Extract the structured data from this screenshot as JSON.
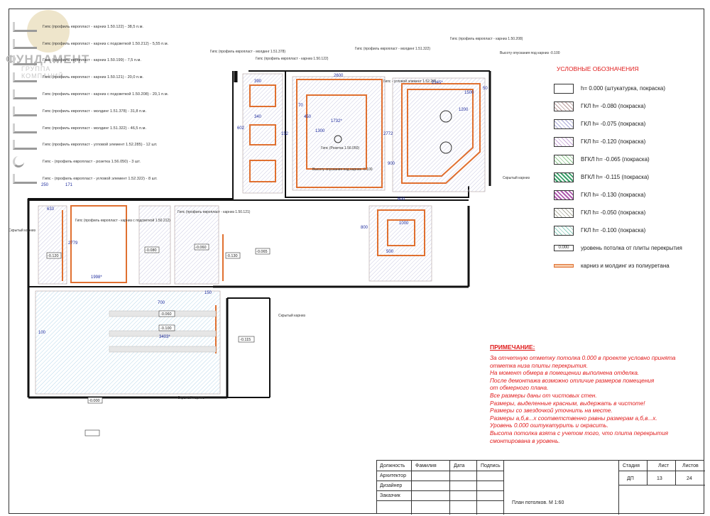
{
  "logo": {
    "name": "ФУНДАМЕНТ",
    "subtitle": "ГРУППА КОМПАНИЙ"
  },
  "materials": [
    "Гипс (профиль европласт - карниз 1.50.122) - 38,5 п.м.",
    "Гипс (профиль европласт - карниз с подсветкой 1.50.212) - 5,55 п.м.",
    "Гипс (профиль европласт - карниз 1.50.199) - 7,5 п.м.",
    "Гипс (профиль европласт - карниз 1.50.121) - 20,0 п.м.",
    "Гипс (профиль европласт - карниз с подсветкой 1.50.208) - 20,1 п.м.",
    "Гипс (профиль европласт - молдинг 1.51.378) - 31,8 п.м.",
    "Гипс (профиль европласт - молдинг 1.51.322) - 46,5 п.м.",
    "Гипс (профиль европласт - угловой элемент 1.52.285) - 12 шт.",
    "Гипс - (профиль европласт - розетка 1.56.050) - 3 шт.",
    "Гипс - (профиль европласт - угловой элемент 1.52.322) - 8 шт."
  ],
  "plan": {
    "labels": {
      "profile_378": "Гипс (профиль европласт - молдинг 1.51.378)",
      "profile_122": "Гипс (профиль европласт - карниз 1.50.122)",
      "profile_322": "Гипс (профиль европласт - молдинг 1.51.322)",
      "profile_208": "Гипс (профиль европласт - карниз 1.50.208)",
      "profile_212": "Гипс (профиль европласт - карниз с подсветкой 1.50.212)",
      "profile_121": "Гипс (профиль европласт - карниз 1.50.121)",
      "height_down": "Высоту опускания под карниз -0.100",
      "height_down_2": "Высоту опускания под карниз -0.100",
      "hidden_cornice_1": "Скрытый карниз",
      "hidden_cornice_2": "Скрытый карниз",
      "hidden_cornice_3": "Скрытый карниз",
      "hidden_cornice_4": "Скрытый карниз",
      "rosette": "Гипс (Розетка 1.56.050)",
      "corner": "Гипс - угловой элемент 1.52.285"
    },
    "dims": {
      "d2600": "2600",
      "d2145": "2145*",
      "d1732": "1732*",
      "d1300": "1300",
      "d1200": "1200",
      "d1000": "1000",
      "d800": "800",
      "d600": "600",
      "d900": "900",
      "d450": "450",
      "d500": "500",
      "d250": "250",
      "d171": "171",
      "d633": "633",
      "d2779": "2779",
      "d1998": "1998*",
      "d3403": "3403*",
      "d700": "700",
      "d150": "150",
      "d100": "100",
      "d602": "602",
      "d152": "152",
      "d340": "340",
      "d390": "390",
      "d2772": "2772",
      "d50": "50",
      "d70": "70",
      "d1500": "1500"
    },
    "levels": {
      "l0": "-0.000",
      "l_060": "-0.060",
      "l_100": "-0.100",
      "l_120": "-0.120",
      "l_080": "-0.080",
      "l_130": "-0.130",
      "l_065": "-0.065",
      "l_115": "-0.115"
    }
  },
  "legend": {
    "title": "УСЛОВНЫЕ ОБОЗНАЧЕНИЯ",
    "items": [
      {
        "label": "h= 0.000 (штукатурка, покраска)",
        "color": "#ffffff",
        "hatch": "none"
      },
      {
        "label": "ГКЛ h= -0.080 (покраска)",
        "color": "#b89a9a",
        "hatch": "diag"
      },
      {
        "label": "ГКЛ h= -0.075 (покраска)",
        "color": "#a8a8d8",
        "hatch": "diag"
      },
      {
        "label": "ГКЛ h= -0.120 (покраска)",
        "color": "#c9a8d8",
        "hatch": "diag"
      },
      {
        "label": "ВГКЛ h= -0.065 (покраска)",
        "color": "#8fc98f",
        "hatch": "diag"
      },
      {
        "label": "ВГКЛ h= -0.115 (покраска)",
        "color": "#3aa06a",
        "hatch": "diag"
      },
      {
        "label": "ГКЛ h= -0.130 (покраска)",
        "color": "#b05ab0",
        "hatch": "diag"
      },
      {
        "label": "ГКЛ h= -0.050 (покраска)",
        "color": "#b0b0a0",
        "hatch": "diag"
      },
      {
        "label": "ГКЛ h= -0.100 (покраска)",
        "color": "#8fcfbf",
        "hatch": "diag"
      },
      {
        "label": "уровень потолка от плиты перекрытия",
        "color": "#ffffff",
        "hatch": "level"
      },
      {
        "label": "карниз и молдинг из полиуретана",
        "color": "#e07030",
        "hatch": "line"
      }
    ]
  },
  "note": {
    "title": "ПРИМЕЧАНИЕ:",
    "lines": [
      "За отчетную отметку потолка 0.000 в проекте условно принята",
      "отметка низа плиты перекрытия.",
      "На момент обмера в помещении выполнена отделка.",
      "После демонтажа возможно отличие размеров помещения",
      "от обмерного плана.",
      "Все размеры даны от чистовых стен.",
      "Размеры, выделенные красным, выдержать в чистоте!",
      "Размеры со звездочкой уточнить на месте.",
      "Размеры а,б,в...х соответственно равны размерам а,б,в...х.",
      "Уровень 0.000 оштукатурить и окрасить.",
      "Высота потолка взята с учетом того, что плита перекрытия",
      "смонтирована в уровень."
    ]
  },
  "stamp": {
    "position": "Должность",
    "surname": "Фамилия",
    "date": "Дата",
    "signature": "Подпись",
    "roles": [
      "Архитектор",
      "Дизайнер",
      "Заказчик"
    ],
    "stage_label": "Стадия",
    "sheet_label": "Лист",
    "sheets_label": "Листов",
    "stage": "ДП",
    "sheet": "13",
    "sheets": "24",
    "title": "План потолков. М 1:60"
  }
}
